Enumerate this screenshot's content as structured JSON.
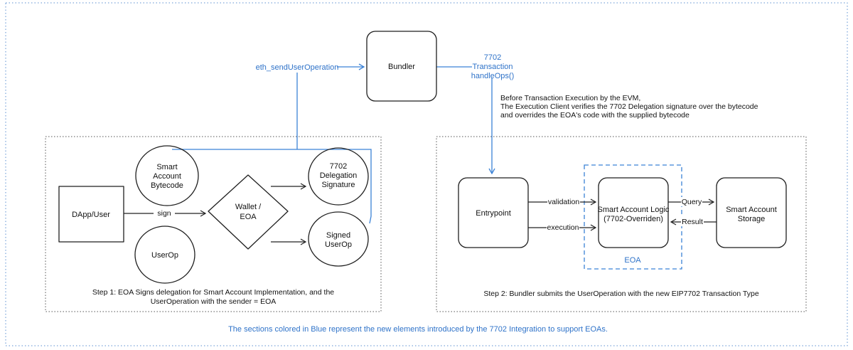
{
  "colors": {
    "accent_blue": "#3b82d6",
    "blue_fill": "#dbeaf6",
    "ink": "#1f1f1f"
  },
  "nodes": {
    "bundler": "Bundler",
    "smart_account_bytecode": [
      "Smart",
      "Account",
      "Bytecode"
    ],
    "dapp_user": "DApp/User",
    "wallet_eoa": [
      "Wallet /",
      "EOA"
    ],
    "delegation_signature": [
      "7702",
      "Delegation",
      "Signature"
    ],
    "userop": "UserOp",
    "signed_userop": [
      "Signed",
      "UserOp"
    ],
    "entrypoint": "Entrypoint",
    "smart_account_logic": [
      "Smart Account Logic",
      "(7702-Overriden)"
    ],
    "eoa_label": "EOA",
    "smart_account_storage": [
      "Smart Account",
      "Storage"
    ]
  },
  "edges": {
    "eth_send": "eth_sendUserOperation",
    "tx_7702": [
      "7702",
      "Transaction",
      "handleOps()"
    ],
    "sign": "sign",
    "validation": "validation",
    "execution": "execution",
    "query": "Query",
    "result": "Result"
  },
  "notes": {
    "evm_note": [
      "Before Transaction Execution by the EVM,",
      "The Execution Client verifies the 7702 Delegation signature over the bytecode",
      "and overrides the EOA's code with the supplied bytecode"
    ],
    "step1": [
      "Step 1: EOA Signs delegation for Smart Account Implementation, and the",
      "UserOperation with the sender = EOA"
    ],
    "step2": "Step 2: Bundler submits the UserOperation with the new EIP7702 Transaction Type",
    "footer": "The sections colored in Blue represent the new elements introduced by the 7702 Integration to support EOAs."
  }
}
